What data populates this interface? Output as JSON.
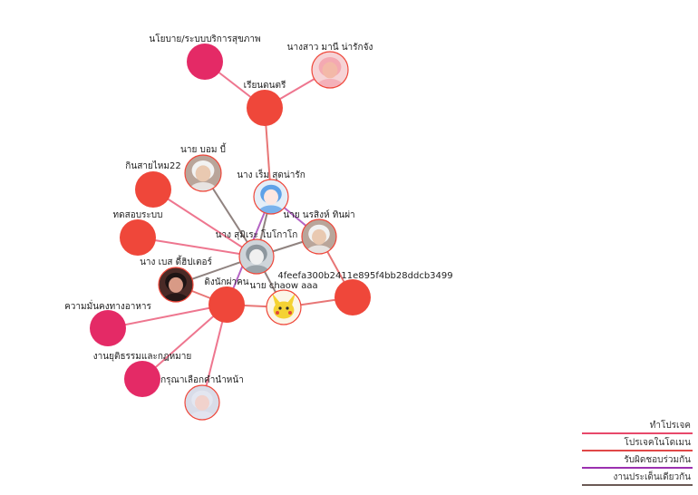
{
  "colors": {
    "project": "#e8486a",
    "domain_project": "#e04848",
    "responsible": "#9b30b0",
    "same_issue": "#6b5a55",
    "node_red": "#ef473a",
    "node_pink": "#e42a66"
  },
  "graph": {
    "nodes": [
      {
        "id": "policy",
        "label": "นโยบาย/ระบบบริการสุขภาพ",
        "kind": "circle",
        "color": "pink"
      },
      {
        "id": "mani",
        "label": "นางสาว มานี น่ารักจัง",
        "kind": "avatar",
        "icon": "baby-avatar-icon"
      },
      {
        "id": "music",
        "label": "เรียนดนตรี",
        "kind": "circle",
        "color": "red"
      },
      {
        "id": "bom",
        "label": "นาย บอม บี้",
        "kind": "avatar",
        "icon": "elder-avatar-icon"
      },
      {
        "id": "silk",
        "label": "กินสายไหม22",
        "kind": "circle",
        "color": "red"
      },
      {
        "id": "rem",
        "label": "นาง เร็ม สุดน่ารัก",
        "kind": "avatar",
        "icon": "anime-avatar-icon"
      },
      {
        "id": "test",
        "label": "ทดสอบระบบ",
        "kind": "circle",
        "color": "red"
      },
      {
        "id": "norasing",
        "label": "นาย นรสิงห์ ทินผ่า",
        "kind": "avatar",
        "icon": "elder-avatar-icon"
      },
      {
        "id": "sumire",
        "label": "นาง สุมิเระ โบโกาโก",
        "kind": "avatar",
        "icon": "cat-avatar-icon"
      },
      {
        "id": "hash",
        "label": "4feefa300b2411e895f4bb28ddcb3499",
        "kind": "circle",
        "color": "red"
      },
      {
        "id": "bes",
        "label": "นาง เบส ดี้ฮิปเตอร์",
        "kind": "avatar",
        "icon": "person-avatar-icon"
      },
      {
        "id": "dinner",
        "label": "ดิงนักผ่าคน",
        "kind": "circle",
        "color": "red"
      },
      {
        "id": "chaow",
        "label": "นาย chaow aaa",
        "kind": "avatar",
        "icon": "pikachu-avatar-icon"
      },
      {
        "id": "food",
        "label": "ความมั่นคงทางอาหาร",
        "kind": "circle",
        "color": "pink"
      },
      {
        "id": "justice",
        "label": "งานยุติธรรมและกฎหมาย",
        "kind": "circle",
        "color": "pink"
      },
      {
        "id": "please",
        "label": "กรุณาเลือกคำนำหน้า",
        "kind": "avatar",
        "icon": "girl-avatar-icon"
      }
    ],
    "edges": [
      {
        "source": "policy",
        "target": "music",
        "type": "project"
      },
      {
        "source": "mani",
        "target": "music",
        "type": "project"
      },
      {
        "source": "music",
        "target": "rem",
        "type": "domain_project"
      },
      {
        "source": "bom",
        "target": "sumire",
        "type": "same_issue"
      },
      {
        "source": "silk",
        "target": "sumire",
        "type": "project"
      },
      {
        "source": "test",
        "target": "sumire",
        "type": "project"
      },
      {
        "source": "rem",
        "target": "sumire",
        "type": "same_issue"
      },
      {
        "source": "rem",
        "target": "norasing",
        "type": "responsible"
      },
      {
        "source": "rem",
        "target": "dinner",
        "type": "responsible"
      },
      {
        "source": "norasing",
        "target": "sumire",
        "type": "same_issue"
      },
      {
        "source": "norasing",
        "target": "hash",
        "type": "domain_project"
      },
      {
        "source": "sumire",
        "target": "bes",
        "type": "same_issue"
      },
      {
        "source": "sumire",
        "target": "chaow",
        "type": "same_issue"
      },
      {
        "source": "bes",
        "target": "dinner",
        "type": "domain_project"
      },
      {
        "source": "dinner",
        "target": "chaow",
        "type": "domain_project"
      },
      {
        "source": "chaow",
        "target": "hash",
        "type": "domain_project"
      },
      {
        "source": "food",
        "target": "dinner",
        "type": "project"
      },
      {
        "source": "justice",
        "target": "dinner",
        "type": "project"
      },
      {
        "source": "dinner",
        "target": "please",
        "type": "project"
      }
    ]
  },
  "legend": [
    {
      "label": "ทำโปรเจค",
      "type": "project"
    },
    {
      "label": "โปรเจคในโดเมน",
      "type": "domain_project"
    },
    {
      "label": "รับผิดชอบร่วมกัน",
      "type": "responsible"
    },
    {
      "label": "งานประเด็นเดียวกัน",
      "type": "same_issue"
    }
  ]
}
